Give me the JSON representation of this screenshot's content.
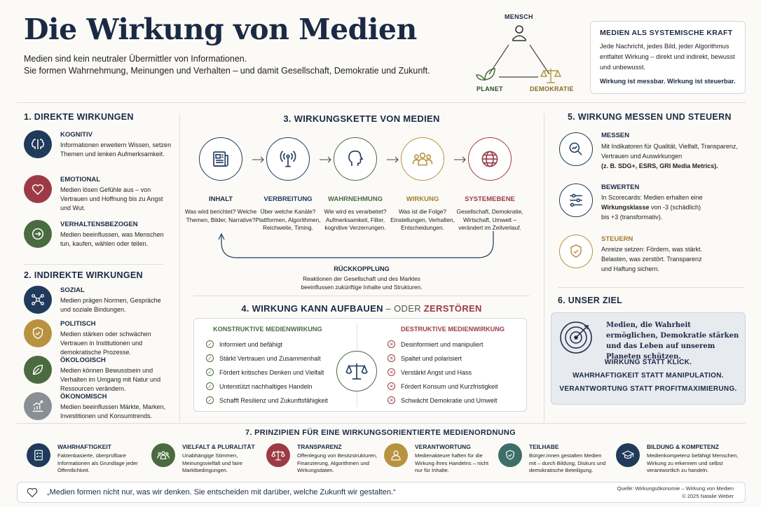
{
  "header": {
    "title": "Die Wirkung von Medien",
    "subtitle_line1": "Medien sind kein neutraler Übermittler von Informationen.",
    "subtitle_line2": "Sie formen Wahrnehmung, Meinungen und Verhalten – und damit Gesellschaft, Demokratie und Zukunft."
  },
  "triangle": {
    "top": "MENSCH",
    "left": "PLANET",
    "right": "DEMOKRATIE"
  },
  "systemic": {
    "title": "MEDIEN ALS SYSTEMISCHE KRAFT",
    "text": "Jede Nachricht, jedes Bild, jeder Algorithmus entfaltet Wirkung – direkt und indirekt, bewusst und unbewusst.",
    "bold": "Wirkung ist messbar. Wirkung ist steuerbar."
  },
  "direct": {
    "heading": "1. DIREKTE WIRKUNGEN",
    "items": [
      {
        "title": "KOGNITIV",
        "text": "Informationen erweitern Wissen, setzen Themen und lenken Aufmerksamkeit."
      },
      {
        "title": "EMOTIONAL",
        "text": "Medien lösen Gefühle aus – von Vertrauen und Hoffnung bis zu Angst und Wut."
      },
      {
        "title": "VERHALTENSBEZOGEN",
        "text": "Medien beeinflussen, was Menschen tun, kaufen, wählen oder teilen."
      }
    ]
  },
  "indirect": {
    "heading": "2. INDIREKTE WIRKUNGEN",
    "items": [
      {
        "title": "SOZIAL",
        "text": "Medien prägen Normen, Gespräche und soziale Bindungen."
      },
      {
        "title": "POLITISCH",
        "text": "Medien stärken oder schwächen Vertrauen in Institutionen und demokratische Prozesse."
      },
      {
        "title": "ÖKOLOGISCH",
        "text": "Medien können Bewusstsein und Verhalten im Umgang mit Natur und Ressourcen verändern."
      },
      {
        "title": "ÖKONOMISCH",
        "text": "Medien beeinflussen Märkte, Marken, Investitionen und Konsumtrends."
      }
    ]
  },
  "chain": {
    "heading": "3. WIRKUNGSKETTE VON MEDIEN",
    "steps": [
      {
        "title": "INHALT",
        "text": "Was wird berichtet? Welche Themen, Bilder, Narrative?"
      },
      {
        "title": "VERBREITUNG",
        "text": "Über welche Kanäle? Plattformen, Algorithmen, Reichweite, Timing."
      },
      {
        "title": "WAHRNEHMUNG",
        "text": "Wie wird es verarbeitet? Aufmerksamkeit, Filter, kognitive Verzerrungen."
      },
      {
        "title": "WIRKUNG",
        "text": "Was ist die Folge? Einstellungen, Verhalten, Entscheidungen."
      },
      {
        "title": "SYSTEMEBENE",
        "text": "Gesellschaft, Demokratie, Wirtschaft, Umwelt – verändert im Zeitverlauf."
      }
    ],
    "feedback_title": "RÜCKKOPPLUNG",
    "feedback_line1": "Reaktionen der Gesellschaft und des Marktes",
    "feedback_line2": "beeinflussen zukünftige Inhalte und Strukturen."
  },
  "build": {
    "heading_a": "4. WIRKUNG KANN AUFBAUEN",
    "heading_b": " – ODER ",
    "heading_c": "ZERSTÖREN",
    "constructive_title": "KONSTRUKTIVE MEDIENWIRKUNG",
    "constructive": [
      "Informiert und befähigt",
      "Stärkt Vertrauen und Zusammenhalt",
      "Fördert kritisches Denken und Vielfalt",
      "Unterstützt nachhaltiges Handeln",
      "Schafft Resilienz und Zukunftsfähigkeit"
    ],
    "destructive_title": "DESTRUKTIVE MEDIENWIRKUNG",
    "destructive": [
      "Desinformiert und manipuliert",
      "Spaltet und polarisiert",
      "Verstärkt Angst und Hass",
      "Fördert Konsum und Kurzfristigkeit",
      "Schwächt Demokratie und Umwelt"
    ]
  },
  "measure": {
    "heading": "5. WIRKUNG MESSEN UND STEUERN",
    "messen_title": "MESSEN",
    "messen_text": "Mit Indikatoren für Qualität, Vielfalt, Transparenz, Vertrauen und Auswirkungen",
    "messen_note": "(z. B. SDG+, ESRS, GRI Media Metrics).",
    "bewerten_title": "BEWERTEN",
    "bewerten_text_a": "In Scorecards: Medien erhalten eine",
    "bewerten_bold": "Wirkungsklasse",
    "bewerten_text_b": " von -3 (schädlich)",
    "bewerten_text_c": "bis +3 (transformativ).",
    "steuern_title": "STEUERN",
    "steuern_text": "Anreize setzen: Fördern, was stärkt. Belasten, was zerstört. Transparenz und Haftung sichern."
  },
  "goal": {
    "heading": "6. UNSER ZIEL",
    "text": "Medien, die Wahrheit ermöglichen, Demokratie stärken und das Leben auf unserem Planeten schützen.",
    "line1": "WIRKUNG STATT KLICK.",
    "line2": "WAHRHAFTIGKEIT STATT MANIPULATION.",
    "line3": "VERANTWORTUNG STATT PROFITMAXIMIERUNG."
  },
  "principles": {
    "heading": "7. PRINZIPIEN FÜR EINE WIRKUNGSORIENTIERTE MEDIENORDNUNG",
    "items": [
      {
        "title": "WAHRHAFTIGKEIT",
        "text": "Faktenbasierte, überprüfbare Informationen als Grundlage jeder Öffentlichkeit."
      },
      {
        "title": "VIELFALT & PLURALITÄT",
        "text": "Unabhängige Stimmen, Meinungsvielfalt und faire Marktbedingungen."
      },
      {
        "title": "TRANSPARENZ",
        "text": "Offenlegung von Besitzstrukturen, Finanzierung, Algorithmen und Wirkungsdaten."
      },
      {
        "title": "VERANTWORTUNG",
        "text": "Medienakteure haften für die Wirkung ihres Handelns – nicht nur für Inhalte."
      },
      {
        "title": "TEILHABE",
        "text": "Bürger:innen gestalten Medien mit – durch Bildung, Diskurs und demokratische Beteiligung."
      },
      {
        "title": "BILDUNG & KOMPETENZ",
        "text": "Medienkompetenz befähigt Menschen, Wirkung zu erkennen und selbst verantwortlich zu handeln."
      }
    ]
  },
  "footer": {
    "quote": "„Medien formen nicht nur, was wir denken. Sie entscheiden mit darüber, welche Zukunft wir gestalten.“",
    "source": "Quelle: Wirkungsökonomie – Wirkung von Medien",
    "copyright": "© 2025 Natalie Weber"
  },
  "colors": {
    "navy": "#1f3a5a",
    "red": "#9c3b46",
    "green": "#4a6b3f",
    "gold": "#b8923f",
    "grey": "#8a8f96",
    "teal": "#3d6e6a"
  }
}
